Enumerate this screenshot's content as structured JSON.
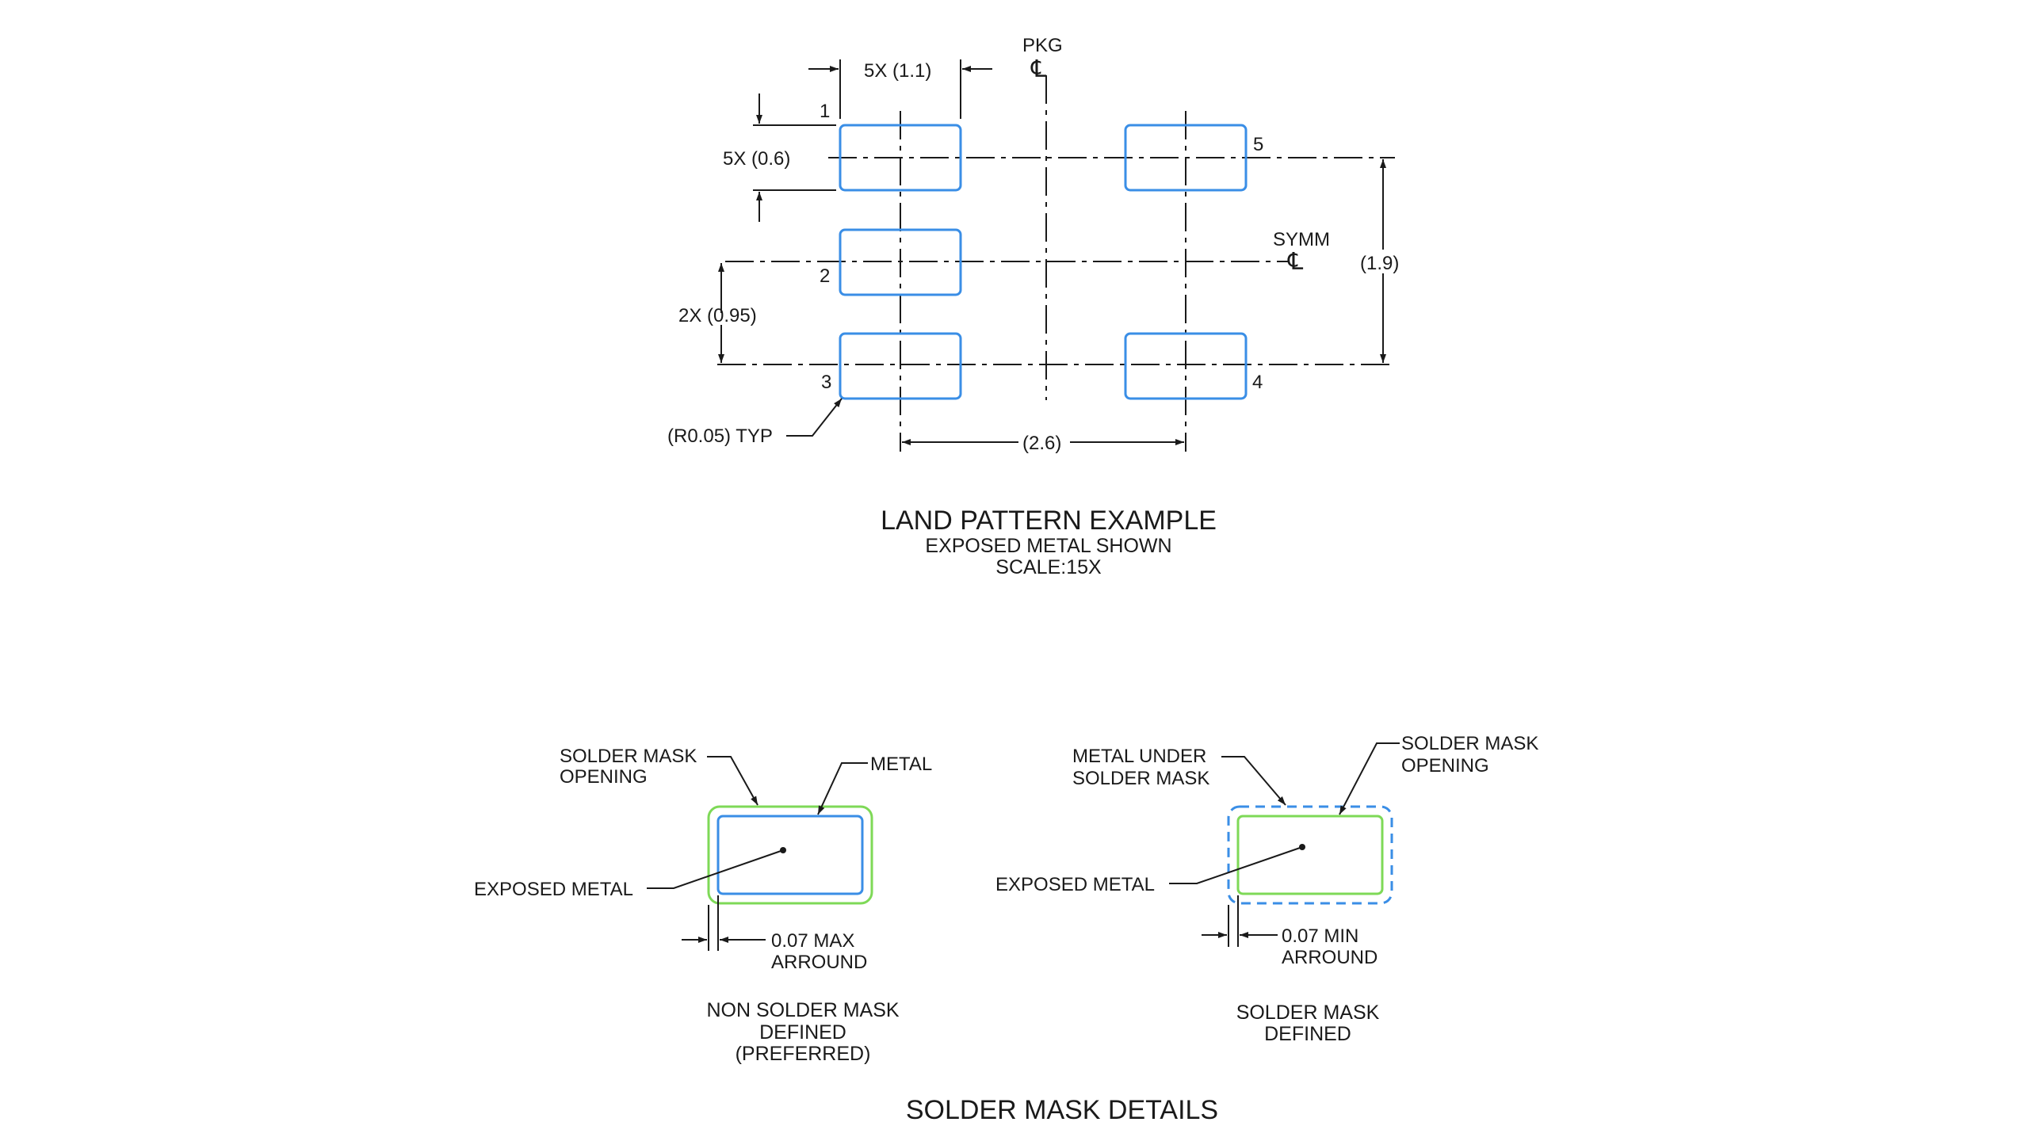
{
  "colors": {
    "pad": "#3a8ee6",
    "mask": "#7ed957",
    "ink": "#1a1a1a"
  },
  "land_pattern": {
    "pkg_label": "PKG",
    "pkg_cl": "℄",
    "symm_label": "SYMM",
    "symm_cl": "℄",
    "dim_pad_width": "5X (1.1)",
    "dim_pad_height": "5X (0.6)",
    "dim_pitch": "2X (0.95)",
    "dim_row_span": "(1.9)",
    "dim_col_span": "(2.6)",
    "radius_note": "(R0.05) TYP",
    "pin_labels": [
      "1",
      "2",
      "3",
      "4",
      "5"
    ],
    "title": "LAND PATTERN EXAMPLE",
    "subtitle": "EXPOSED METAL SHOWN",
    "scale": "SCALE:15X"
  },
  "solder_mask_details": {
    "title": "SOLDER MASK DETAILS",
    "nsmd": {
      "label_opening_1": "SOLDER MASK",
      "label_opening_2": "OPENING",
      "label_metal": "METAL",
      "label_exposed": "EXPOSED METAL",
      "clearance_1": "0.07 MAX",
      "clearance_2": "ARROUND",
      "caption_1": "NON SOLDER MASK",
      "caption_2": "DEFINED",
      "caption_3": "(PREFERRED)"
    },
    "smd": {
      "label_metal_1": "METAL UNDER",
      "label_metal_2": "SOLDER MASK",
      "label_opening_1": "SOLDER MASK",
      "label_opening_2": "OPENING",
      "label_exposed": "EXPOSED METAL",
      "clearance_1": "0.07 MIN",
      "clearance_2": "ARROUND",
      "caption_1": "SOLDER MASK",
      "caption_2": "DEFINED"
    }
  }
}
